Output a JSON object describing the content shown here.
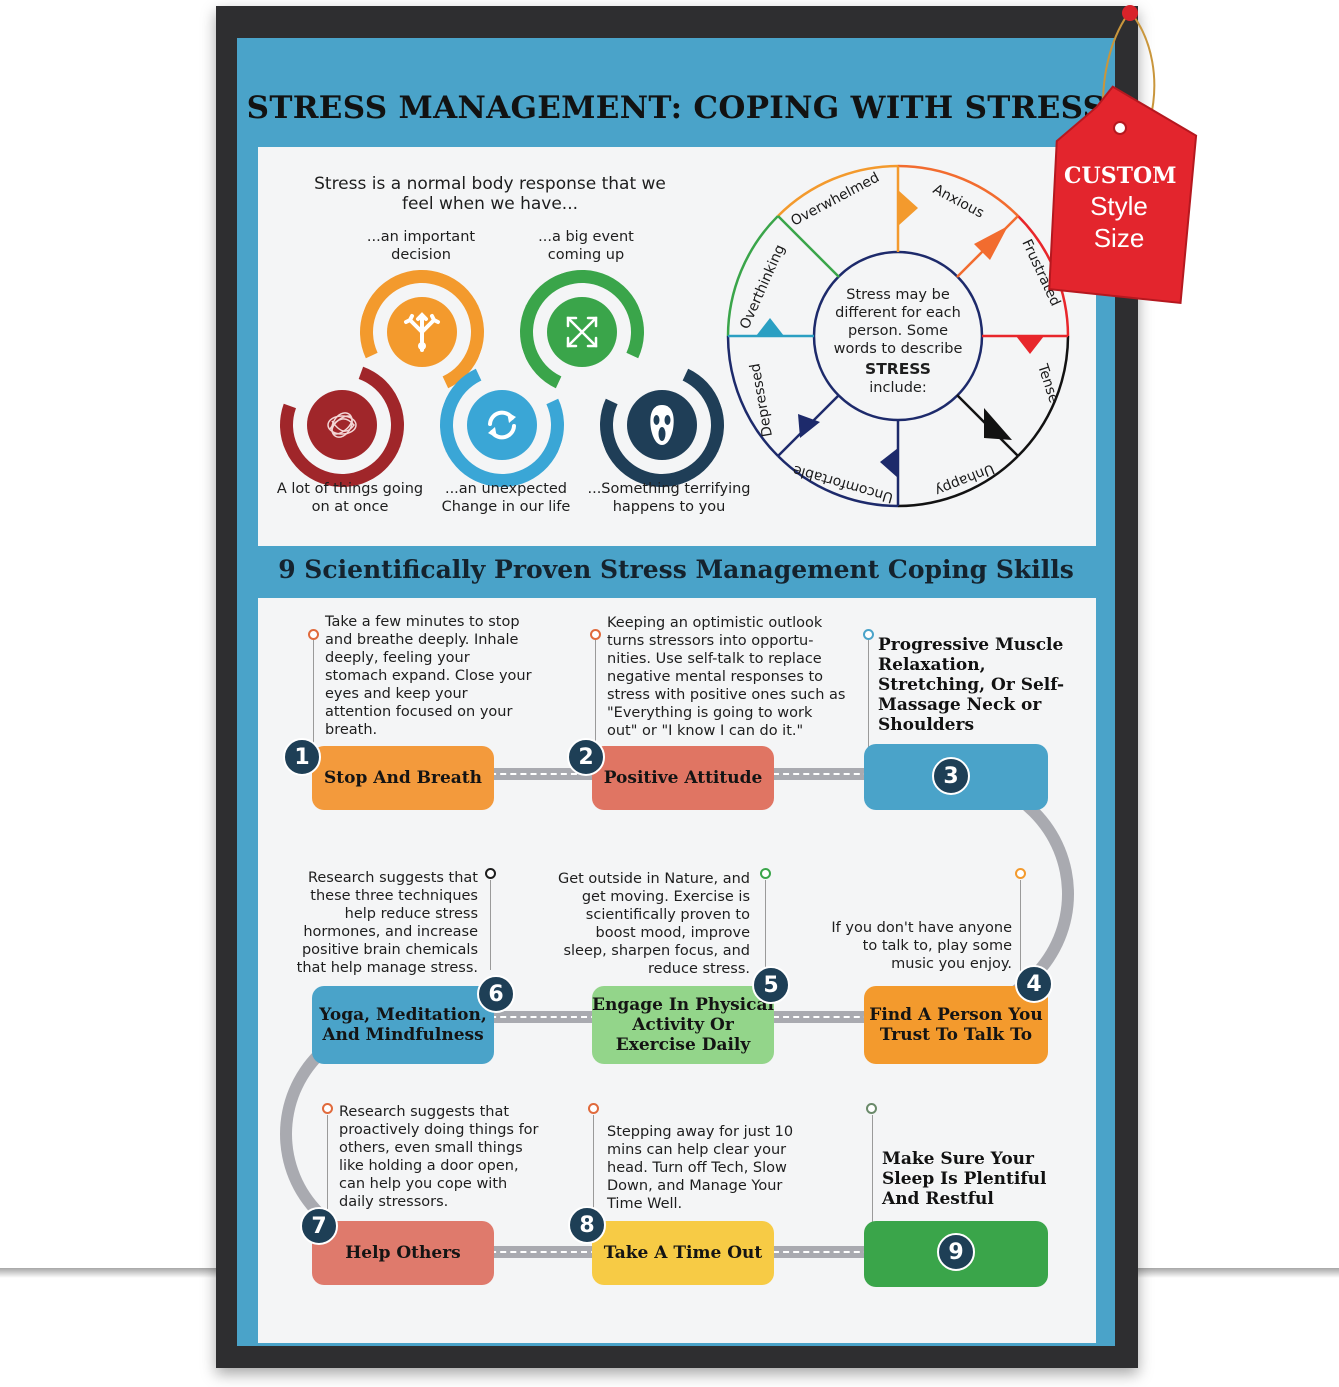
{
  "poster": {
    "title": "STRESS MANAGEMENT: COPING WITH STRESS",
    "subtitle": "9 Scientifically Proven Stress Management Coping Skills"
  },
  "intro": {
    "text": "Stress is a normal body response that we feel when we have...",
    "causes": [
      {
        "label": "...an important decision",
        "color": "#f39a2d",
        "icon": "arrows-split-icon"
      },
      {
        "label": "...a big event coming up",
        "color": "#3aa54a",
        "icon": "expand-arrows-icon"
      },
      {
        "label": "A lot of things going on at once",
        "color": "#a0262a",
        "icon": "tangle-icon"
      },
      {
        "label": "...an unexpected Change in our life",
        "color": "#3aa6d6",
        "icon": "refresh-icon"
      },
      {
        "label": "...Something terrifying happens to you",
        "color": "#1f3e57",
        "icon": "ghost-mask-icon"
      }
    ]
  },
  "wheel": {
    "center_text": "Stress may be different for each person. Some words to describe",
    "center_bold": "STRESS",
    "center_tail": "include:",
    "words": [
      {
        "label": "Overwhelmed",
        "color": "#f39a2d"
      },
      {
        "label": "Anxious",
        "color": "#f26c2f"
      },
      {
        "label": "Frustrated",
        "color": "#e8262b"
      },
      {
        "label": "Tense",
        "color": "#121212"
      },
      {
        "label": "Unhappy",
        "color": "#121212"
      },
      {
        "label": "Uncomfortable",
        "color": "#1d2a6b"
      },
      {
        "label": "Depressed",
        "color": "#1d2a6b"
      },
      {
        "label": "Overthinking",
        "color": "#2a9fc2"
      }
    ]
  },
  "skills": [
    {
      "num": "1",
      "label": "Stop And Breath",
      "color": "#f39a3c",
      "desc": "Take a few minutes to stop and breathe deeply. Inhale deeply, feeling your stomach expand. Close your eyes and keep your attention focused on your breath."
    },
    {
      "num": "2",
      "label": "Positive Attitude",
      "color": "#e07563",
      "desc": "Keeping an optimistic outlook turns stressors into opportu-nities. Use self-talk to replace negative mental responses to stress with positive ones such as \"Everything is going to work out\" or \"I know I can do it.\""
    },
    {
      "num": "3",
      "label": "",
      "color": "#4aa3c9",
      "desc": "Progressive Muscle Relaxation, Stretching, Or Self-Massage Neck or Shoulders"
    },
    {
      "num": "4",
      "label": "Find A Person You Trust To Talk To",
      "color": "#f39a2d",
      "desc": "If you don't have anyone to talk to, play some music you enjoy."
    },
    {
      "num": "5",
      "label": "Engage In Physical Activity Or Exercise Daily",
      "color": "#93d58a",
      "desc": "Get outside in Nature, and get moving. Exercise is scientifically proven to boost mood, improve sleep, sharpen focus, and reduce stress."
    },
    {
      "num": "6",
      "label": "Yoga, Meditation, And Mindfulness",
      "color": "#4aa3c9",
      "desc": "Research suggests that these three techniques help reduce stress hormones, and increase positive brain chemicals that help manage stress."
    },
    {
      "num": "7",
      "label": "Help Others",
      "color": "#df7a6c",
      "desc": "Research suggests that proactively doing things for others, even small things like holding a door open, can help you cope with daily stressors."
    },
    {
      "num": "8",
      "label": "Take A Time Out",
      "color": "#f7cb45",
      "desc": "Stepping away for just 10 mins can help clear your head. Turn off Tech, Slow Down, and Manage Your Time Well."
    },
    {
      "num": "9",
      "label": "",
      "color": "#3aa54a",
      "desc": "Make Sure Your Sleep Is Plentiful And Restful"
    }
  ],
  "tag": {
    "line1": "CUSTOM",
    "line2": "Style",
    "line3": "Size",
    "color": "#e3252d"
  }
}
